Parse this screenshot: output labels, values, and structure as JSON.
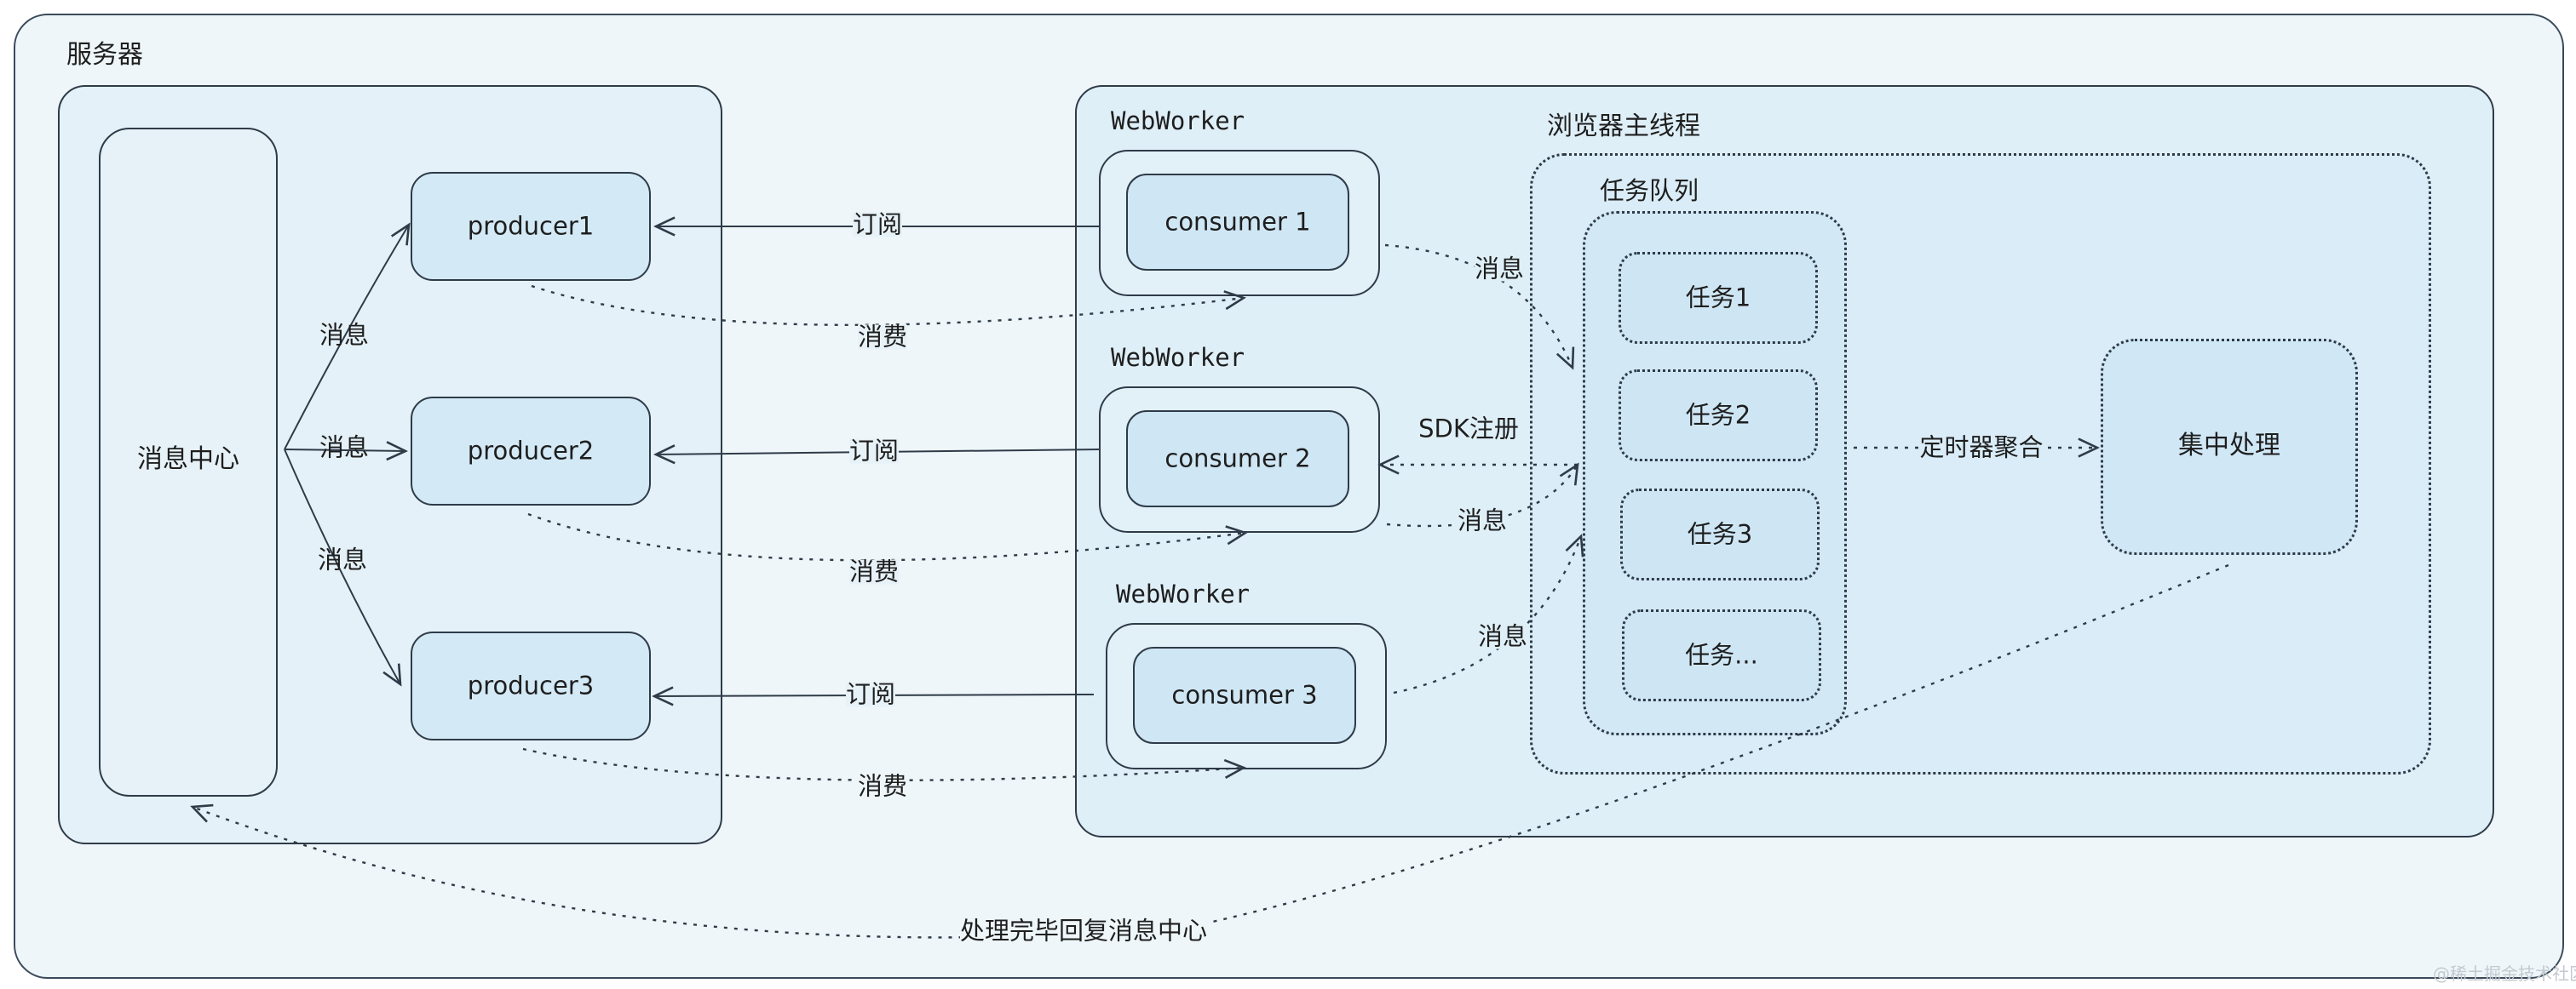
{
  "server": {
    "title": "服务器",
    "message_center": "消息中心",
    "producers": [
      "producer1",
      "producer2",
      "producer3"
    ],
    "edge_message": "消息"
  },
  "workers": {
    "title": "WebWorker",
    "consumers": [
      "consumer 1",
      "consumer 2",
      "consumer 3"
    ]
  },
  "edges": {
    "subscribe": "订阅",
    "consume": "消费",
    "message": "消息",
    "sdk_register": "SDK注册",
    "timer_aggregate": "定时器聚合",
    "reply": "处理完毕回复消息中心"
  },
  "main_thread": {
    "title": "浏览器主线程",
    "queue_title": "任务队列",
    "tasks": [
      "任务1",
      "任务2",
      "任务3",
      "任务..."
    ],
    "central_processing": "集中处理"
  },
  "watermark": "@稀土掘金技术社区"
}
